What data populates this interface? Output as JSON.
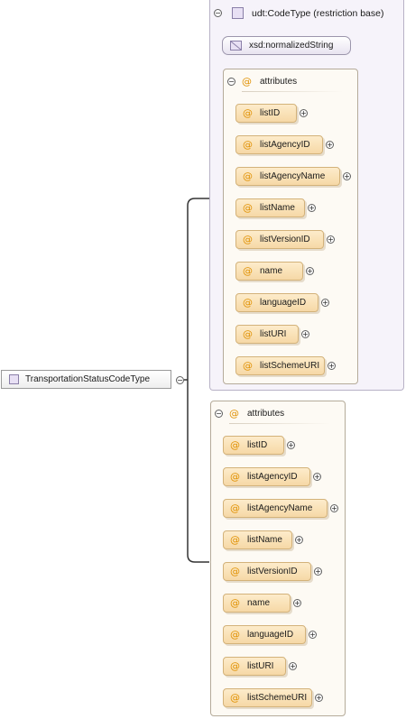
{
  "root": {
    "name": "TransportationStatusCodeType"
  },
  "restriction": {
    "label": "udt:CodeType (restriction base)",
    "base_type": "xsd:normalizedString",
    "attributes_label": "attributes",
    "attributes": [
      "listID",
      "listAgencyID",
      "listAgencyName",
      "listName",
      "listVersionID",
      "name",
      "languageID",
      "listURI",
      "listSchemeURI"
    ]
  },
  "extension": {
    "attributes_label": "attributes",
    "attributes": [
      "listID",
      "listAgencyID",
      "listAgencyName",
      "listName",
      "listVersionID",
      "name",
      "languageID",
      "listURI",
      "listSchemeURI"
    ]
  },
  "glyphs": {
    "collapse": "−",
    "expand": "+",
    "attribute": "@"
  },
  "colors": {
    "attribute_fill": "#f6d8a6",
    "attribute_border": "#d3b27a",
    "complex_type_panel": "#f6f3fa",
    "at_sign": "#e09000",
    "connector": "#333333"
  }
}
